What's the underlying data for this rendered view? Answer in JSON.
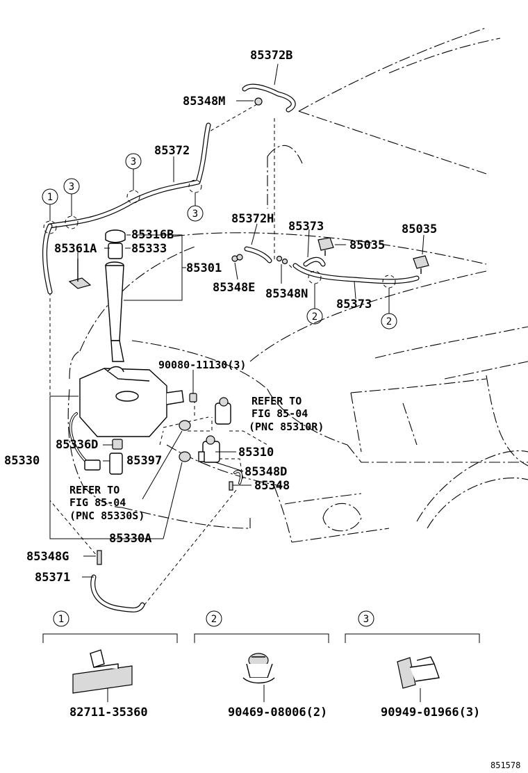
{
  "labels": {
    "p85372B": "85372B",
    "p85348M": "85348M",
    "p85372": "85372",
    "p85316B": "85316B",
    "p85361A": "85361A",
    "p85333": "85333",
    "p85301": "85301",
    "p85372H": "85372H",
    "p85373a": "85373",
    "p85035a": "85035",
    "p85035b": "85035",
    "p85348E": "85348E",
    "p85348N": "85348N",
    "p85373b": "85373",
    "p90080": "90080-11130(3)",
    "p85336D": "85336D",
    "p85330": "85330",
    "p85397": "85397",
    "p85310": "85310",
    "p85348D": "85348D",
    "p85348": "85348",
    "p85330A": "85330A",
    "p85348G": "85348G",
    "p85371": "85371"
  },
  "references": {
    "ref1": {
      "line1": "REFER TO",
      "line2": "FIG 85-04",
      "line3": "(PNC 85310R)"
    },
    "ref2": {
      "line1": "REFER TO",
      "line2": "FIG 85-04",
      "line3": "(PNC 85330S)"
    }
  },
  "callouts": {
    "c1": "1",
    "c2": "2",
    "c3": "3"
  },
  "inset": {
    "item1": {
      "num": "1",
      "part": "82711-35360"
    },
    "item2": {
      "num": "2",
      "part": "90469-08006(2)"
    },
    "item3": {
      "num": "3",
      "part": "90949-01966(3)"
    }
  },
  "figure_number": "851578"
}
